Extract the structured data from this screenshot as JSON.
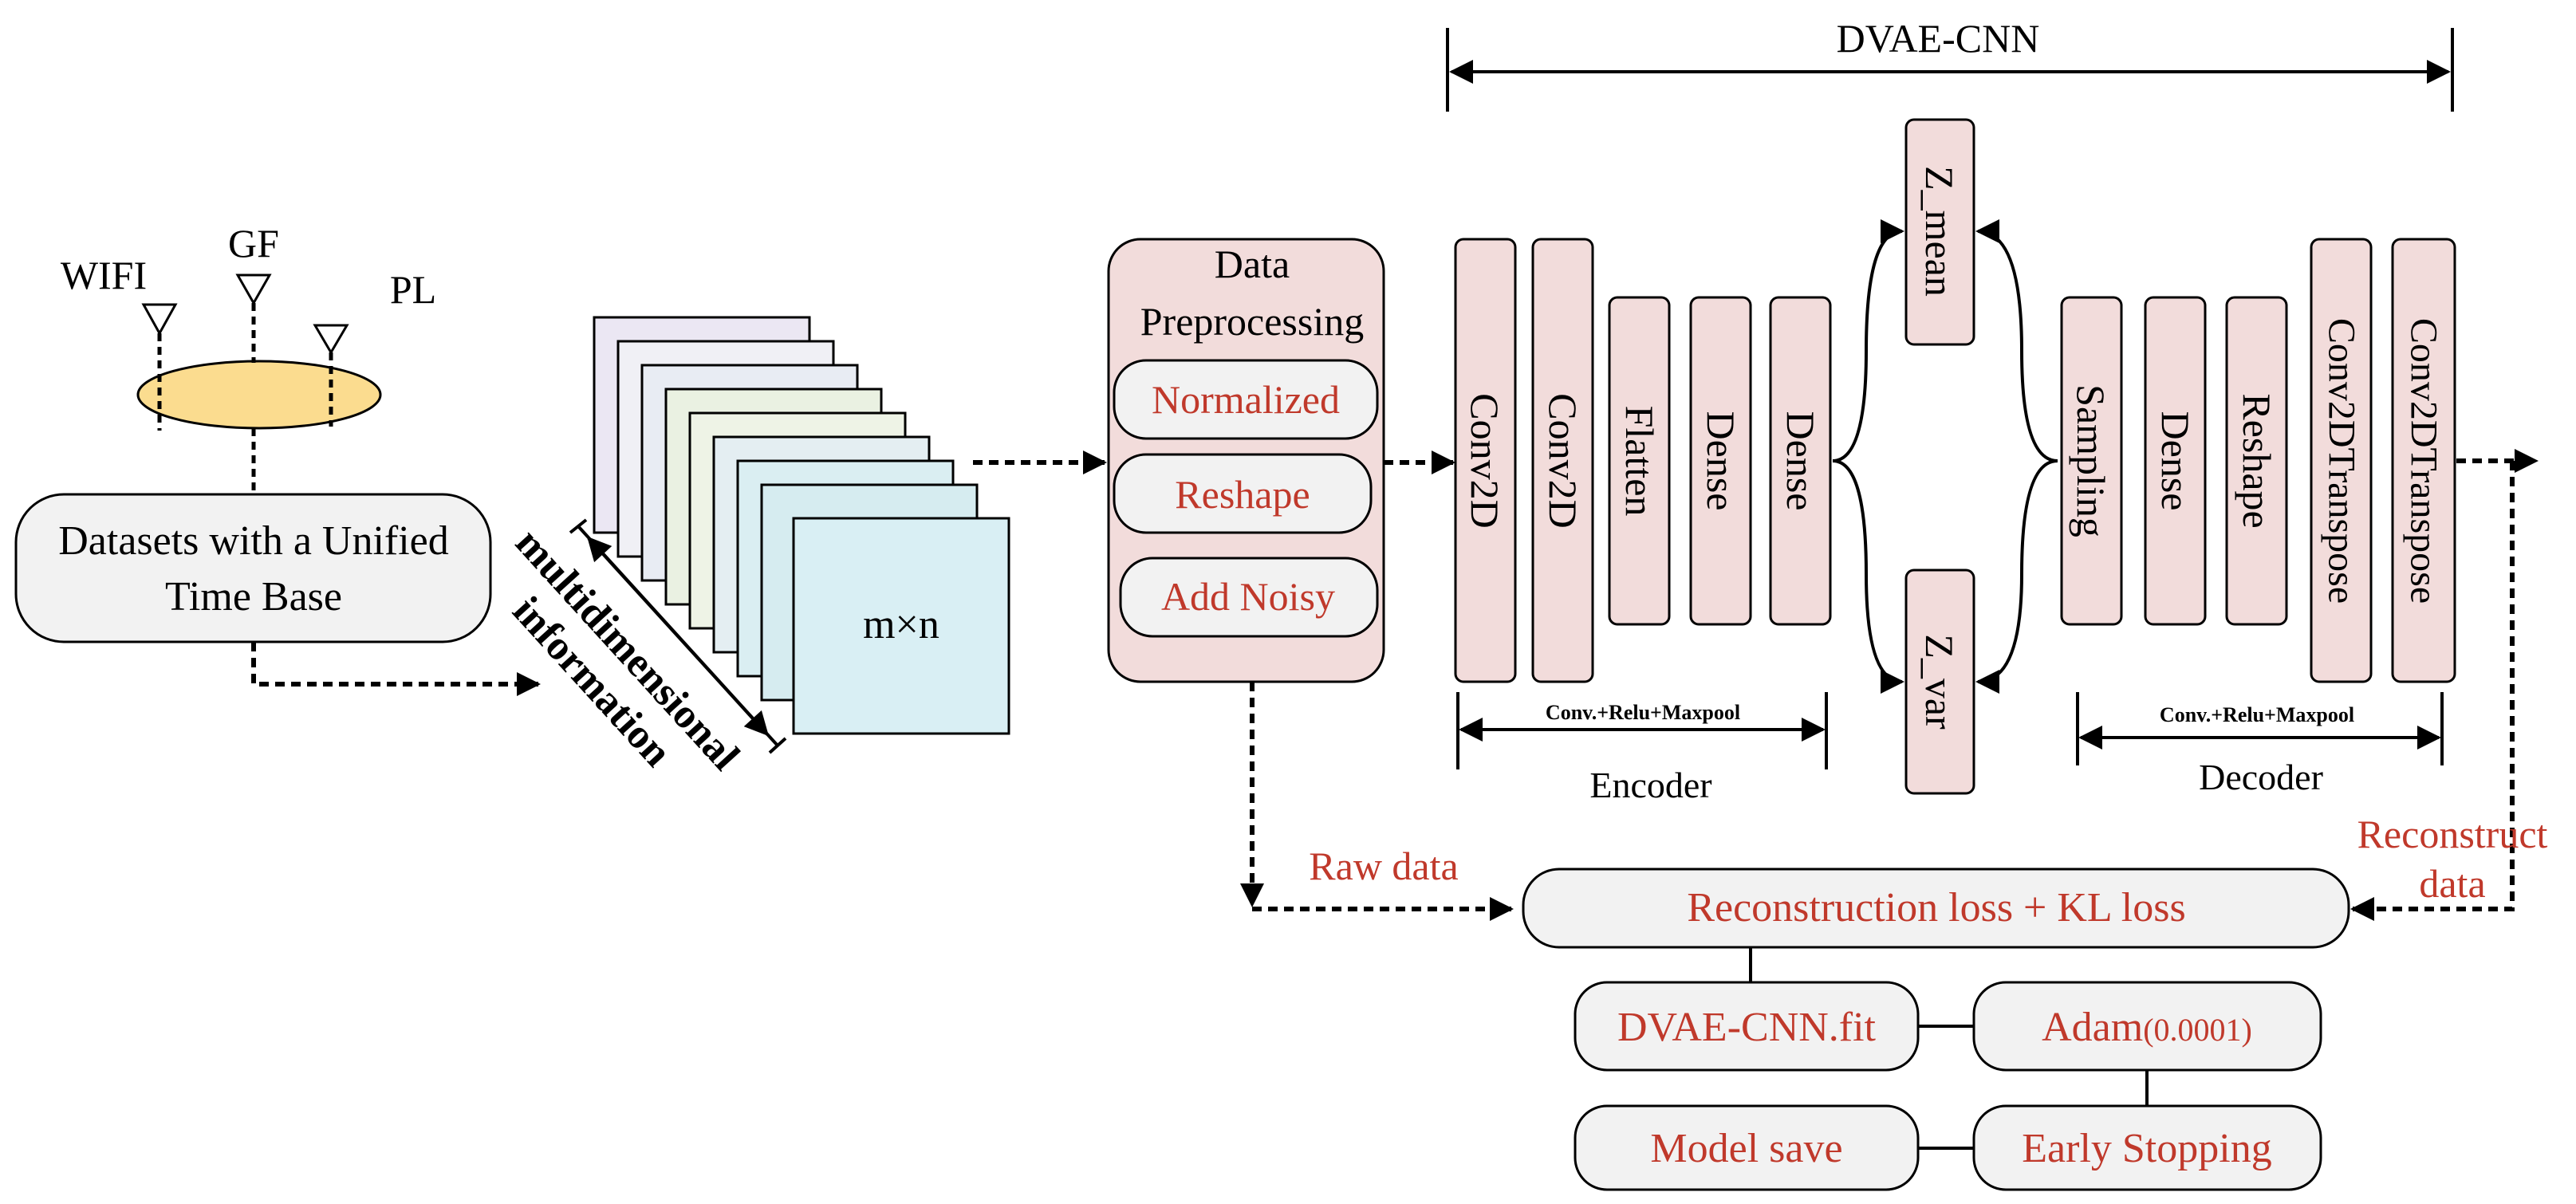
{
  "title": "DVAE-CNN",
  "sensors": {
    "wifi": "WIFI",
    "gf": "GF",
    "pl": "PL"
  },
  "datasets_label": [
    "Datasets with a Unified",
    "Time Base"
  ],
  "matrix_label": "m×n",
  "multidim_label": [
    "multidimensional",
    "information"
  ],
  "preprocessing": {
    "title": [
      "Data",
      "Preprocessing"
    ],
    "steps": [
      "Normalized",
      "Reshape",
      "Add Noisy"
    ]
  },
  "encoder": {
    "layers": [
      "Conv2D",
      "Conv2D",
      "Flatten",
      "Dense",
      "Dense"
    ],
    "conv_note": "Conv.+Relu+Maxpool",
    "label": "Encoder"
  },
  "latent": {
    "mean": "Z_mean",
    "var": "Z_var"
  },
  "decoder": {
    "layers": [
      "Sampling",
      "Dense",
      "Reshape",
      "Conv2DTranspose",
      "Conv2DTranspose"
    ],
    "conv_note": "Conv.+Relu+Maxpool",
    "label": "Decoder"
  },
  "raw_data": "Raw data",
  "reconstruct_data": [
    "Reconstruct",
    "data"
  ],
  "loss": "Reconstruction loss + KL loss",
  "training": {
    "fit": "DVAE-CNN.fit",
    "adam": "Adam",
    "adam_lr": "(0.0001)",
    "model_save": "Model save",
    "early_stopping": "Early Stopping"
  },
  "colors": {
    "layer_fill": "#f2dcdb",
    "preproc_fill": "#f2dcdb",
    "gray_fill": "#f2f2f2",
    "ellipse_fill": "#fbdc8f",
    "red_text": "#c0392b",
    "stroke": "#000000"
  }
}
